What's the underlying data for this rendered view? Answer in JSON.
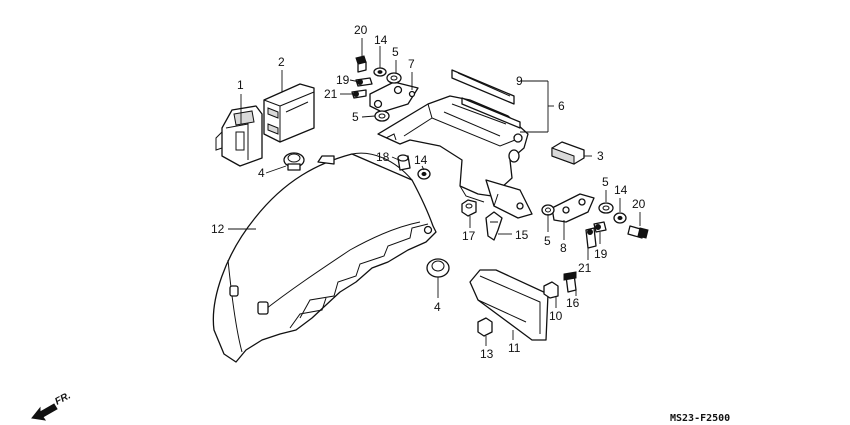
{
  "diagram": {
    "part_numbers": {
      "p1": "1",
      "p2": "2",
      "p3": "3",
      "p4a": "4",
      "p4b": "4",
      "p5a": "5",
      "p5b": "5",
      "p5c": "5",
      "p5d": "5",
      "p6": "6",
      "p7": "7",
      "p8": "8",
      "p9": "9",
      "p10": "10",
      "p11": "11",
      "p12": "12",
      "p13": "13",
      "p14a": "14",
      "p14b": "14",
      "p14c": "14",
      "p15": "15",
      "p16": "16",
      "p17": "17",
      "p18": "18",
      "p19a": "19",
      "p19b": "19",
      "p20a": "20",
      "p20b": "20",
      "p21a": "21",
      "p21b": "21"
    },
    "front_indicator": "FR.",
    "diagram_code": "MS23-F2500"
  }
}
